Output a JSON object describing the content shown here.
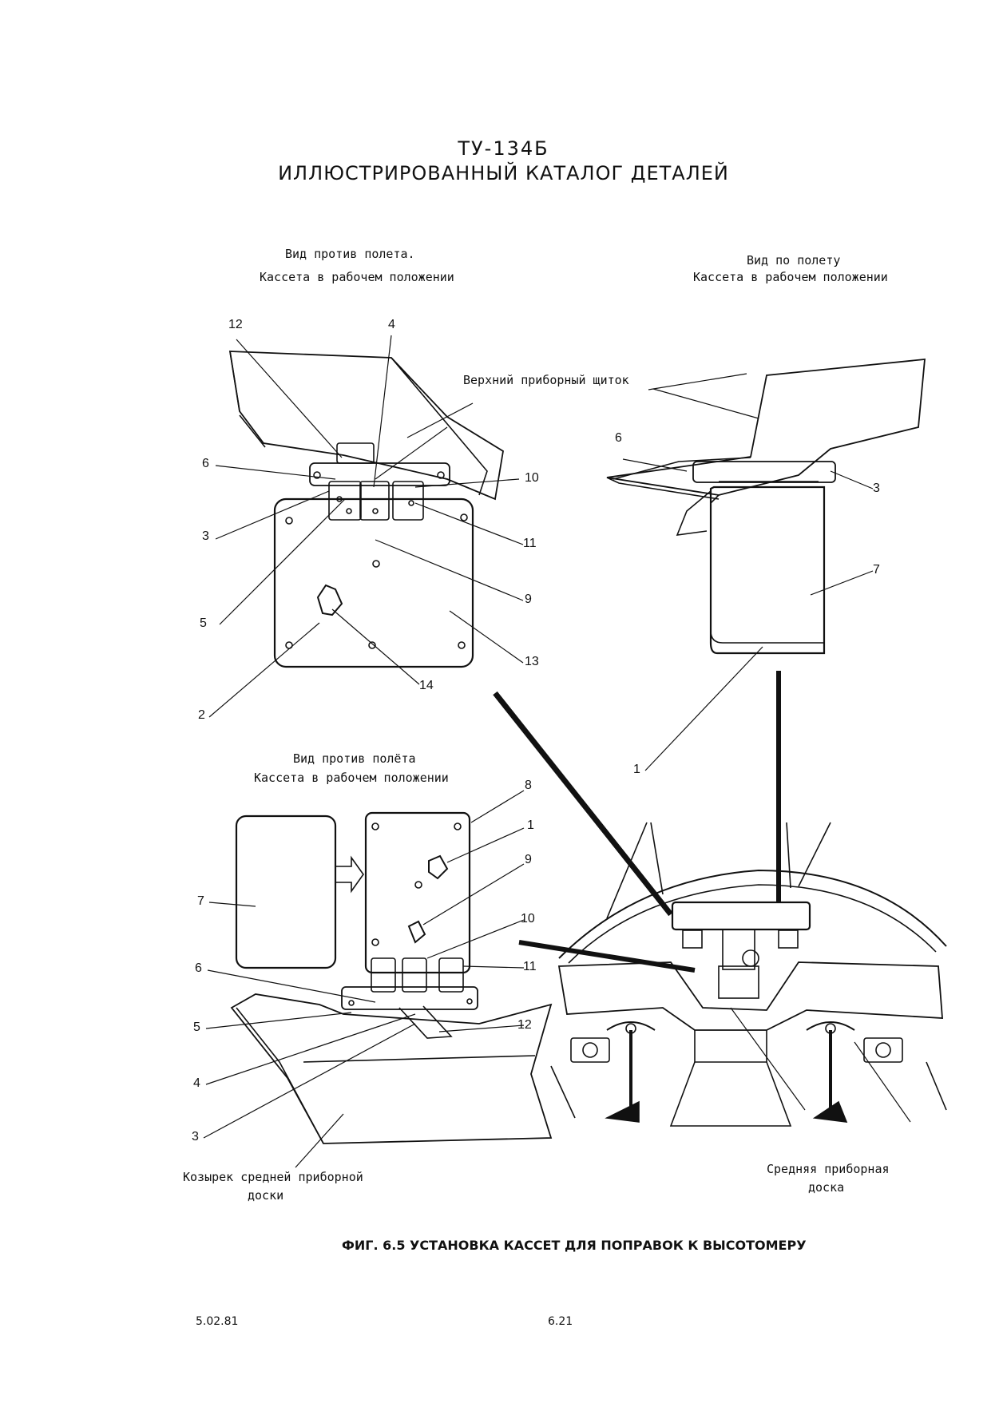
{
  "header": {
    "model": "ТУ-134Б",
    "title": "ИЛЛЮСТРИРОВАННЫЙ КАТАЛОГ ДЕТАЛЕЙ"
  },
  "views": {
    "top_left": {
      "line1": "Вид против полета.",
      "line2": "Кассета в рабочем положении"
    },
    "top_right": {
      "line1": "Вид по полету",
      "line2": "Кассета в рабочем положении"
    },
    "bottom_left": {
      "line1": "Вид против полёта",
      "line2": "Кассета в рабочем положении"
    }
  },
  "labels": {
    "upper_panel": "Верхний приборный щиток",
    "visor_line1": "Козырек средней приборной",
    "visor_line2": "доски",
    "middle_panel_line1": "Средняя приборная",
    "middle_panel_line2": "доска"
  },
  "callouts": {
    "tl": [
      "12",
      "4",
      "6",
      "10",
      "3",
      "11",
      "9",
      "5",
      "13",
      "14",
      "2"
    ],
    "tr": [
      "6",
      "3",
      "7",
      "1"
    ],
    "bl": [
      "8",
      "1",
      "9",
      "7",
      "10",
      "11",
      "6",
      "5",
      "12",
      "4",
      "3"
    ]
  },
  "caption": "ФИГ. 6.5 УСТАНОВКА КАССЕТ ДЛЯ ПОПРАВОК К ВЫСОТОМЕРУ",
  "footer": {
    "date": "5.02.81",
    "page": "6.21"
  }
}
